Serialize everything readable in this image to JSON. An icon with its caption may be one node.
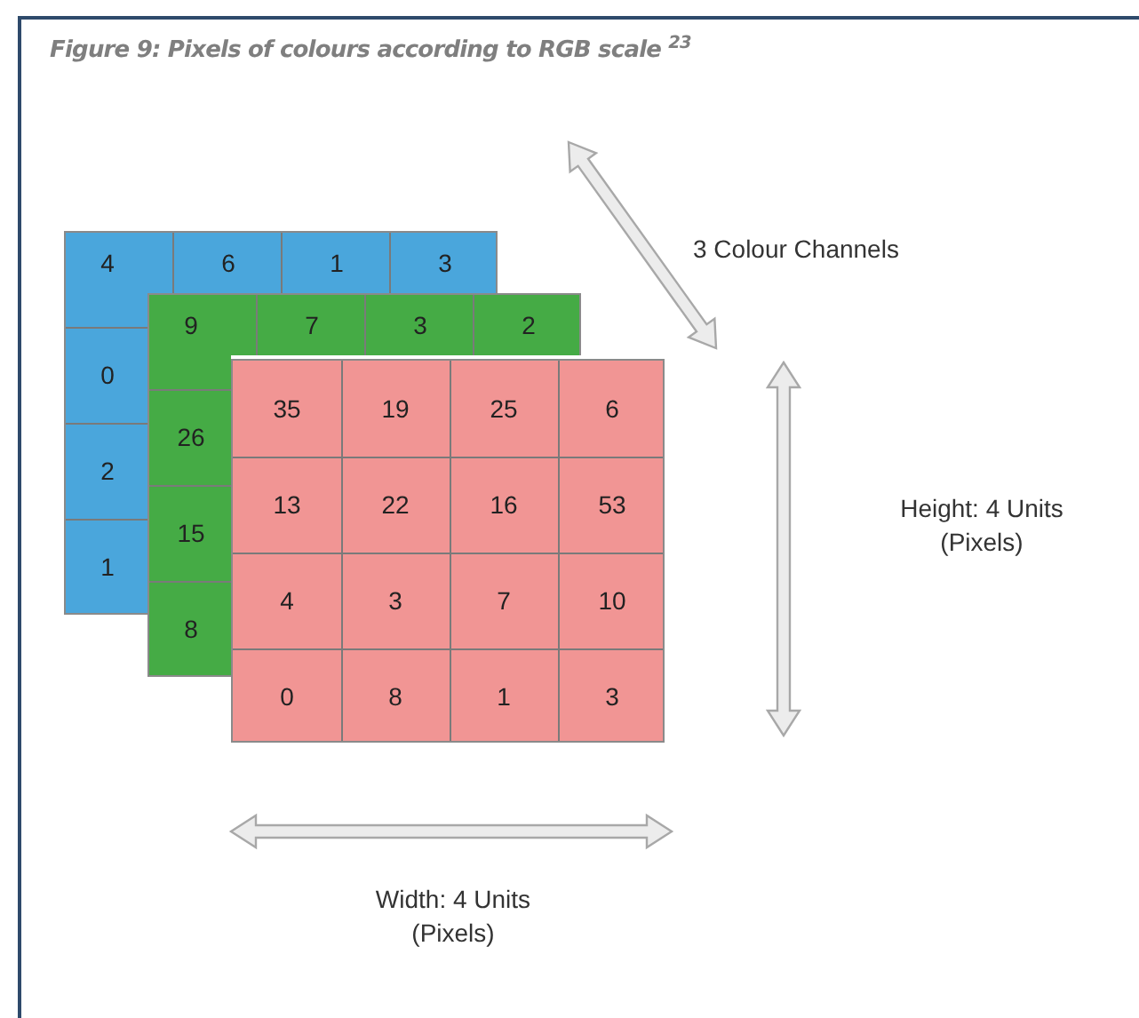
{
  "diagram": {
    "title": "Figure 9: Pixels of colours according to RGB scale $^{23}$",
    "nodes": [
      {
        "text": [
          "4",
          "6",
          "1",
          "3",
          "0",
          "2",
          "1"
        ]
      },
      {
        "text": [
          "9",
          "7",
          "3",
          "2",
          "26",
          "15",
          "8"
        ]
      },
      {
        "text": [
          "35",
          "19",
          "25",
          "6",
          "13",
          "22",
          "16",
          "53",
          "4",
          "3",
          "7",
          "10",
          "0",
          "8",
          "1",
          "3"
        ]
      }
    ],
    "labels": [
      "3 Colour Channels",
      "Height: 4 Units (Pixels)",
      "Width: 4 Units (Pixels)"
    ]
  }
}
